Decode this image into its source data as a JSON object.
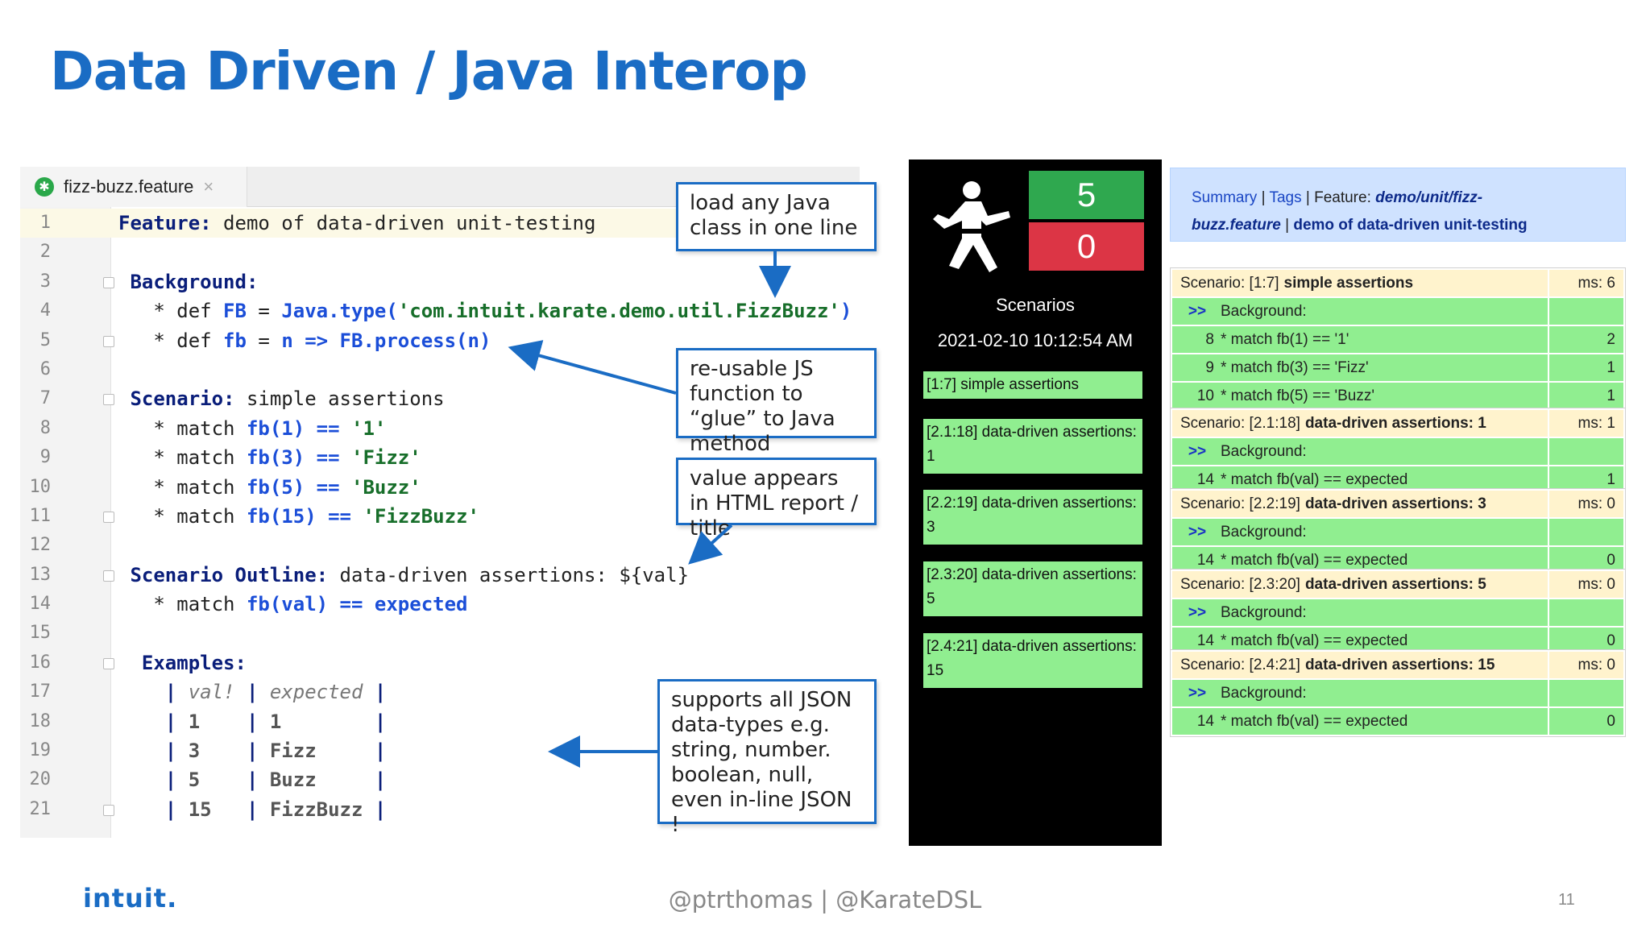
{
  "slide": {
    "title": "Data Driven / Java Interop",
    "logo": "intuit.",
    "handle": "@ptrthomas | @KarateDSL",
    "page_number": "11"
  },
  "editor": {
    "tab": {
      "file_name": "fizz-buzz.feature",
      "close_glyph": "×",
      "icon": "cucumber-icon"
    },
    "lines": [
      {
        "n": "1",
        "fold": false,
        "parts": [
          [
            "kw",
            "Feature:"
          ],
          [
            "plain",
            " demo of data-driven unit-testing"
          ]
        ]
      },
      {
        "n": "2",
        "fold": false,
        "parts": []
      },
      {
        "n": "3",
        "fold": true,
        "parts": [
          [
            "plain",
            " "
          ],
          [
            "kw",
            "Background:"
          ]
        ]
      },
      {
        "n": "4",
        "fold": false,
        "parts": [
          [
            "plain",
            "   * def "
          ],
          [
            "fn",
            "FB"
          ],
          [
            "plain",
            " = "
          ],
          [
            "fn",
            "Java.type("
          ],
          [
            "str",
            "'com.intuit.karate.demo.util.FizzBuzz'"
          ],
          [
            "fn",
            ")"
          ]
        ]
      },
      {
        "n": "5",
        "fold": true,
        "parts": [
          [
            "plain",
            "   * def "
          ],
          [
            "fn",
            "fb"
          ],
          [
            "plain",
            " = "
          ],
          [
            "fn",
            "n => FB.process(n)"
          ]
        ]
      },
      {
        "n": "6",
        "fold": false,
        "parts": []
      },
      {
        "n": "7",
        "fold": true,
        "parts": [
          [
            "plain",
            " "
          ],
          [
            "kw",
            "Scenario:"
          ],
          [
            "plain",
            " simple assertions"
          ]
        ]
      },
      {
        "n": "8",
        "fold": false,
        "parts": [
          [
            "plain",
            "   * match "
          ],
          [
            "fn",
            "fb(1) =="
          ],
          [
            "plain",
            " "
          ],
          [
            "str",
            "'1'"
          ]
        ]
      },
      {
        "n": "9",
        "fold": false,
        "parts": [
          [
            "plain",
            "   * match "
          ],
          [
            "fn",
            "fb(3) =="
          ],
          [
            "plain",
            " "
          ],
          [
            "str",
            "'Fizz'"
          ]
        ]
      },
      {
        "n": "10",
        "fold": false,
        "parts": [
          [
            "plain",
            "   * match "
          ],
          [
            "fn",
            "fb(5) =="
          ],
          [
            "plain",
            " "
          ],
          [
            "str",
            "'Buzz'"
          ]
        ]
      },
      {
        "n": "11",
        "fold": true,
        "parts": [
          [
            "plain",
            "   * match "
          ],
          [
            "fn",
            "fb(15) =="
          ],
          [
            "plain",
            " "
          ],
          [
            "str",
            "'FizzBuzz'"
          ]
        ]
      },
      {
        "n": "12",
        "fold": false,
        "parts": []
      },
      {
        "n": "13",
        "fold": true,
        "parts": [
          [
            "plain",
            " "
          ],
          [
            "kw",
            "Scenario Outline:"
          ],
          [
            "plain",
            " data-driven assertions: ${val}"
          ]
        ]
      },
      {
        "n": "14",
        "fold": false,
        "parts": [
          [
            "plain",
            "   * match "
          ],
          [
            "fn",
            "fb(val) == expected"
          ]
        ]
      },
      {
        "n": "15",
        "fold": false,
        "parts": []
      },
      {
        "n": "16",
        "fold": true,
        "parts": [
          [
            "plain",
            "  "
          ],
          [
            "kw",
            "Examples:"
          ]
        ]
      },
      {
        "n": "17",
        "fold": false,
        "parts": [
          [
            "plain",
            "    "
          ],
          [
            "pipe",
            "| "
          ],
          [
            "hdr",
            "val!"
          ],
          [
            "pipe",
            " | "
          ],
          [
            "hdr",
            "expected"
          ],
          [
            "pipe",
            " |"
          ]
        ]
      },
      {
        "n": "18",
        "fold": false,
        "parts": [
          [
            "plain",
            "    "
          ],
          [
            "pipe",
            "| "
          ],
          [
            "dim",
            "1"
          ],
          [
            "pipe",
            "    | "
          ],
          [
            "dim",
            "1"
          ],
          [
            "pipe",
            "        |"
          ]
        ]
      },
      {
        "n": "19",
        "fold": false,
        "parts": [
          [
            "plain",
            "    "
          ],
          [
            "pipe",
            "| "
          ],
          [
            "dim",
            "3"
          ],
          [
            "pipe",
            "    | "
          ],
          [
            "dim",
            "Fizz"
          ],
          [
            "pipe",
            "     |"
          ]
        ]
      },
      {
        "n": "20",
        "fold": false,
        "parts": [
          [
            "plain",
            "    "
          ],
          [
            "pipe",
            "| "
          ],
          [
            "dim",
            "5"
          ],
          [
            "pipe",
            "    | "
          ],
          [
            "dim",
            "Buzz"
          ],
          [
            "pipe",
            "     |"
          ]
        ]
      },
      {
        "n": "21",
        "fold": true,
        "parts": [
          [
            "plain",
            "    "
          ],
          [
            "pipe",
            "| "
          ],
          [
            "dim",
            "15"
          ],
          [
            "pipe",
            "   | "
          ],
          [
            "dim",
            "FizzBuzz"
          ],
          [
            "pipe",
            " |"
          ]
        ]
      }
    ]
  },
  "callouts": {
    "java_class": "load any Java class in one line",
    "js_function": "re-usable JS function to “glue” to Java method",
    "html_report": "value appears in HTML report / title",
    "json_types": "supports all JSON data-types e.g. string, number. boolean, null, even in-line JSON !"
  },
  "report_nav": {
    "icon": "karate-icon",
    "pass_count": "5",
    "fail_count": "0",
    "label": "Scenarios",
    "date": "2021-02-10 10:12:54 AM",
    "items": [
      "[1:7] simple assertions",
      "[2.1:18] data-driven assertions: 1",
      "[2.2:19] data-driven assertions: 3",
      "[2.3:20] data-driven assertions: 5",
      "[2.4:21] data-driven assertions: 15"
    ]
  },
  "report": {
    "summary_label": "Summary",
    "tags_label": "Tags",
    "feature_label": "Feature:",
    "feature_path_1": "demo/unit/fizz-",
    "feature_path_2": "buzz.feature",
    "feature_name": "demo of data-driven unit-testing",
    "background_marker": ">>",
    "scenarios": [
      {
        "prefix": "Scenario: [1:7]",
        "name": "simple assertions",
        "ms": "ms: 6",
        "steps": [
          {
            "n": "",
            "bg": true,
            "text": "Background:",
            "v": ""
          },
          {
            "n": "8",
            "bg": false,
            "text": "* match fb(1) == '1'",
            "v": "2"
          },
          {
            "n": "9",
            "bg": false,
            "text": "* match fb(3) == 'Fizz'",
            "v": "1"
          },
          {
            "n": "10",
            "bg": false,
            "text": "* match fb(5) == 'Buzz'",
            "v": "1"
          },
          {
            "n": "11",
            "bg": false,
            "text": "* match fb(15) == 'FizzBuzz'",
            "v": "1"
          }
        ]
      },
      {
        "prefix": "Scenario: [2.1:18]",
        "name": "data-driven assertions: 1",
        "ms": "ms: 1",
        "steps": [
          {
            "n": "",
            "bg": true,
            "text": "Background:",
            "v": ""
          },
          {
            "n": "14",
            "bg": false,
            "text": "* match fb(val) == expected",
            "v": "1"
          }
        ]
      },
      {
        "prefix": "Scenario: [2.2:19]",
        "name": "data-driven assertions: 3",
        "ms": "ms: 0",
        "steps": [
          {
            "n": "",
            "bg": true,
            "text": "Background:",
            "v": ""
          },
          {
            "n": "14",
            "bg": false,
            "text": "* match fb(val) == expected",
            "v": "0"
          }
        ]
      },
      {
        "prefix": "Scenario: [2.3:20]",
        "name": "data-driven assertions: 5",
        "ms": "ms: 0",
        "steps": [
          {
            "n": "",
            "bg": true,
            "text": "Background:",
            "v": ""
          },
          {
            "n": "14",
            "bg": false,
            "text": "* match fb(val) == expected",
            "v": "0"
          }
        ]
      },
      {
        "prefix": "Scenario: [2.4:21]",
        "name": "data-driven assertions: 15",
        "ms": "ms: 0",
        "steps": [
          {
            "n": "",
            "bg": true,
            "text": "Background:",
            "v": ""
          },
          {
            "n": "14",
            "bg": false,
            "text": "* match fb(val) == expected",
            "v": "0"
          }
        ]
      }
    ]
  }
}
